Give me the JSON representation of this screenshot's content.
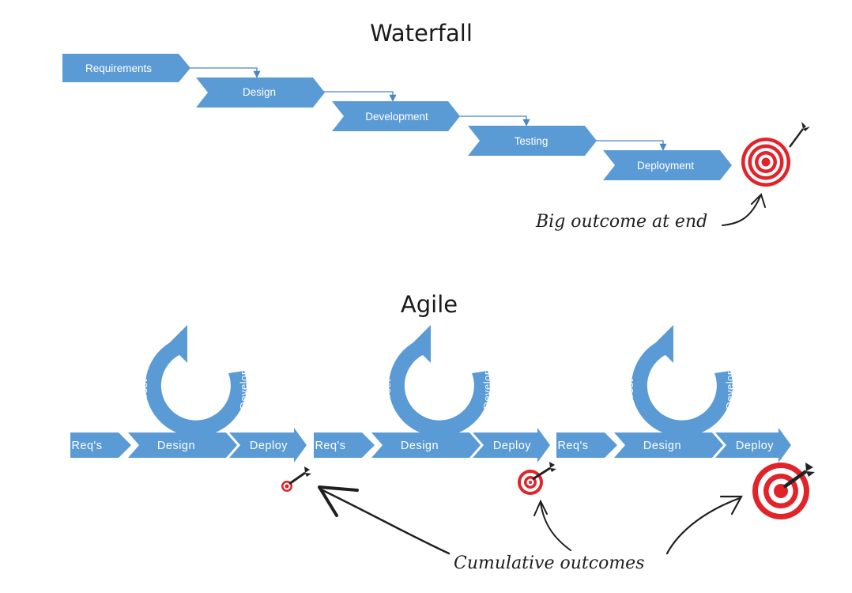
{
  "waterfall": {
    "title": "Waterfall",
    "stages": [
      "Requirements",
      "Design",
      "Development",
      "Testing",
      "Deployment"
    ],
    "outcome_label": "Big outcome at end"
  },
  "agile": {
    "title": "Agile",
    "iterations": [
      {
        "requirements": "Req's",
        "design": "Design",
        "deploy": "Deploy",
        "test": "Test",
        "develop": "Develop"
      },
      {
        "requirements": "Req's",
        "design": "Design",
        "deploy": "Deploy",
        "test": "Test",
        "develop": "Develop"
      },
      {
        "requirements": "Req's",
        "design": "Design",
        "deploy": "Deploy",
        "test": "Test",
        "develop": "Develop"
      }
    ],
    "outcome_label": "Cumulative outcomes"
  },
  "colors": {
    "stage_fill": "#5b9bd5",
    "loop_fill": "#5b9bd5",
    "connector": "#4a86c5",
    "target_red": "#e0242a",
    "dart": "#222222",
    "handwriting": "#1f1f1f"
  },
  "icons": [
    "target-icon",
    "dart-icon",
    "hand-drawn-arrow-icon"
  ]
}
